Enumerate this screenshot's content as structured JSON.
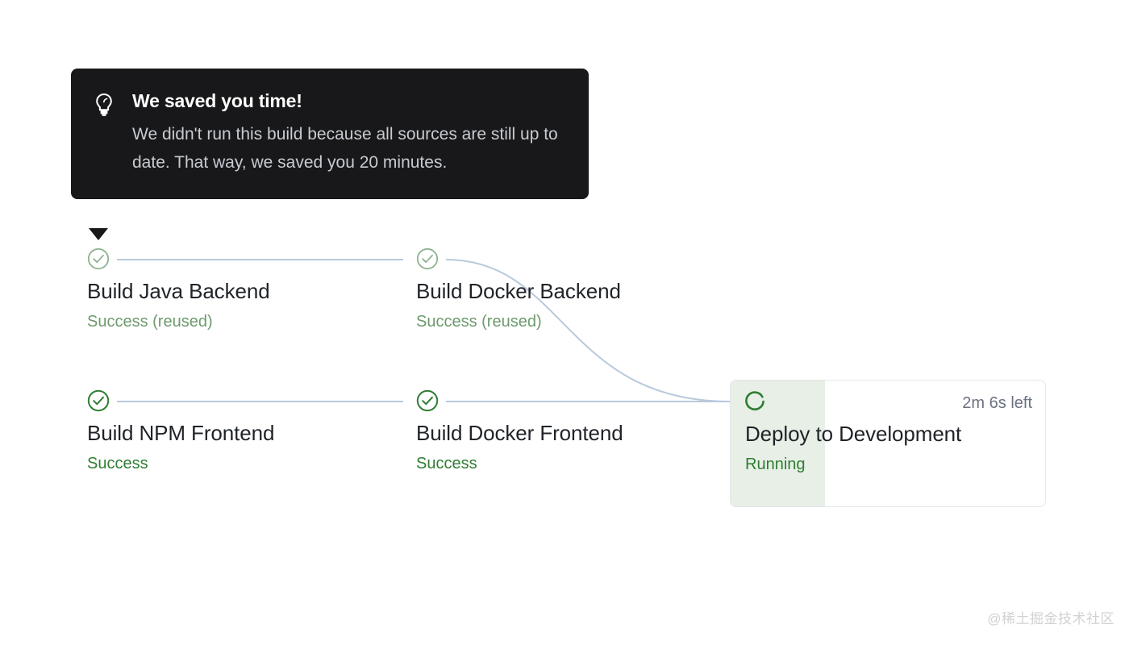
{
  "colors": {
    "background": "#ffffff",
    "edge": "#b9c9dc",
    "success_green": "#2f7d32",
    "muted_green": "#6d9a6d",
    "progress_fill": "#e7efe6",
    "tooltip_bg": "#18181a",
    "tooltip_text": "#c7cbd1",
    "eta_gray": "#6b7280",
    "title_dark": "#1f2328",
    "watermark": "#d2d2d2"
  },
  "tooltip": {
    "icon": "lightbulb-icon",
    "title": "We saved you time!",
    "body": "We didn't run this build because all sources are still up to date. That way, we saved you 20 minutes."
  },
  "pipeline": {
    "nodes": [
      {
        "id": "build-java-backend",
        "title": "Build Java Backend",
        "status": "Success (reused)",
        "state": "success-reused",
        "icon": "check-circle-icon"
      },
      {
        "id": "build-docker-backend",
        "title": "Build Docker Backend",
        "status": "Success (reused)",
        "state": "success-reused",
        "icon": "check-circle-icon"
      },
      {
        "id": "build-npm-frontend",
        "title": "Build NPM Frontend",
        "status": "Success",
        "state": "success",
        "icon": "check-circle-icon"
      },
      {
        "id": "build-docker-frontend",
        "title": "Build Docker Frontend",
        "status": "Success",
        "state": "success",
        "icon": "check-circle-icon"
      }
    ],
    "running_node": {
      "id": "deploy-to-development",
      "title": "Deploy to Development",
      "status": "Running",
      "eta": "2m 6s left",
      "progress_percent": 30,
      "icon": "spinner-icon"
    }
  },
  "watermark": {
    "text": "@稀土掘金技术社区"
  }
}
